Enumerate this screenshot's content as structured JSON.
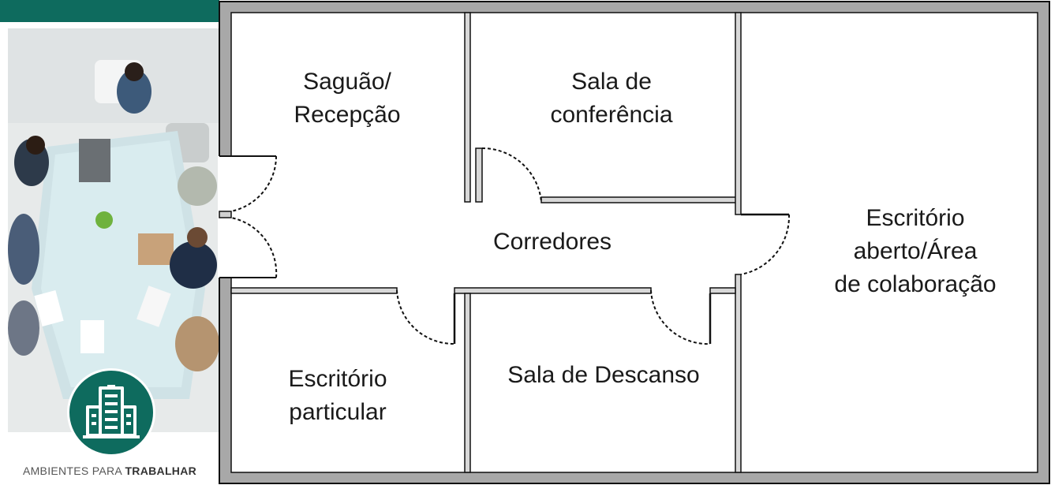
{
  "brand": {
    "icon": "office-building-icon",
    "label_light": "AMBIENTES PARA ",
    "label_bold": "TRABALHAR",
    "accent_color": "#0e6b5e"
  },
  "photo": {
    "subject": "meeting-table-topview-image"
  },
  "floorplan": {
    "wall_color": "#a8a8a8",
    "rooms": {
      "lobby": [
        "Saguão/",
        "Recepção"
      ],
      "conference": [
        "Sala de",
        "conferência"
      ],
      "corridors": [
        "Corredores"
      ],
      "open_office": [
        "Escritório",
        "aberto/Área",
        "de colaboração"
      ],
      "private_office": [
        "Escritório",
        "particular"
      ],
      "break_room": [
        "Sala de Descanso"
      ]
    }
  }
}
